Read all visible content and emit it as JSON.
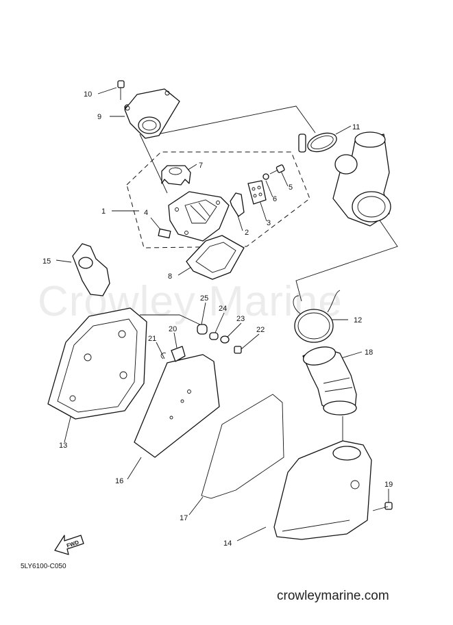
{
  "watermark": "Crowley Marine",
  "drawing_code": "5LY6100-C050",
  "site_url": "crowleymarine.com",
  "fwd_label": "FWD",
  "callouts": [
    "1",
    "2",
    "3",
    "4",
    "5",
    "6",
    "7",
    "8",
    "9",
    "10",
    "11",
    "12",
    "13",
    "14",
    "15",
    "16",
    "17",
    "18",
    "19",
    "20",
    "21",
    "22",
    "23",
    "24",
    "25"
  ],
  "colors": {
    "line": "#111111",
    "background": "#ffffff",
    "watermark": "#ececec"
  }
}
